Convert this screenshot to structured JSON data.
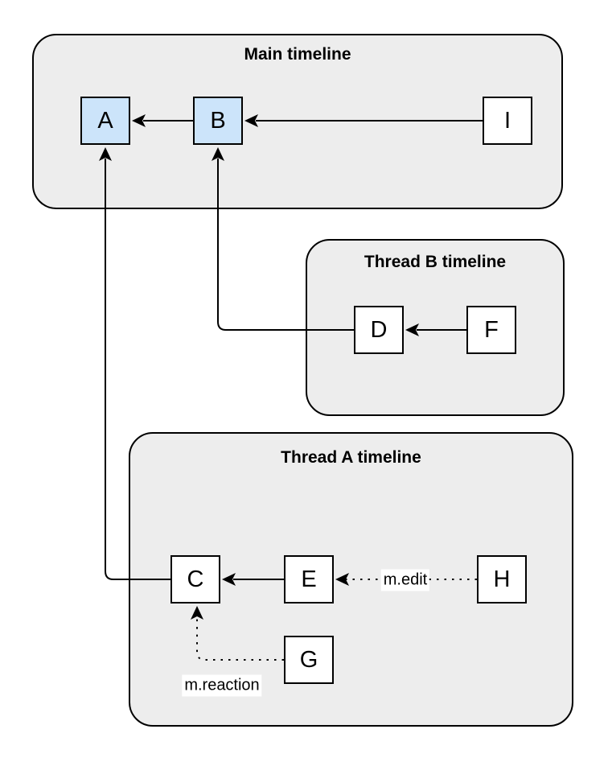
{
  "diagram": {
    "colors": {
      "node_highlight_fill": "#cce4fa",
      "node_fill": "#ffffff",
      "container_fill": "#ededed",
      "stroke": "#000000",
      "edge_label_background": "#ffffff"
    },
    "containers": [
      {
        "title": "Main timeline"
      },
      {
        "title": "Thread B timeline"
      },
      {
        "title": "Thread A timeline"
      }
    ],
    "nodes": [
      {
        "label": "A",
        "highlighted": true
      },
      {
        "label": "B",
        "highlighted": true
      },
      {
        "label": "I",
        "highlighted": false
      },
      {
        "label": "D",
        "highlighted": false
      },
      {
        "label": "F",
        "highlighted": false
      },
      {
        "label": "C",
        "highlighted": false
      },
      {
        "label": "E",
        "highlighted": false
      },
      {
        "label": "H",
        "highlighted": false
      },
      {
        "label": "G",
        "highlighted": false
      }
    ],
    "edges": [
      {
        "from": "B",
        "to": "A",
        "style": "solid",
        "label": ""
      },
      {
        "from": "I",
        "to": "B",
        "style": "solid",
        "label": ""
      },
      {
        "from": "F",
        "to": "D",
        "style": "solid",
        "label": ""
      },
      {
        "from": "E",
        "to": "C",
        "style": "solid",
        "label": ""
      },
      {
        "from": "D",
        "to": "B",
        "style": "solid",
        "label": ""
      },
      {
        "from": "C",
        "to": "A",
        "style": "solid",
        "label": ""
      },
      {
        "from": "H",
        "to": "E",
        "style": "dotted",
        "label": "m.edit"
      },
      {
        "from": "G",
        "to": "C",
        "style": "dotted",
        "label": "m.reaction"
      }
    ]
  }
}
